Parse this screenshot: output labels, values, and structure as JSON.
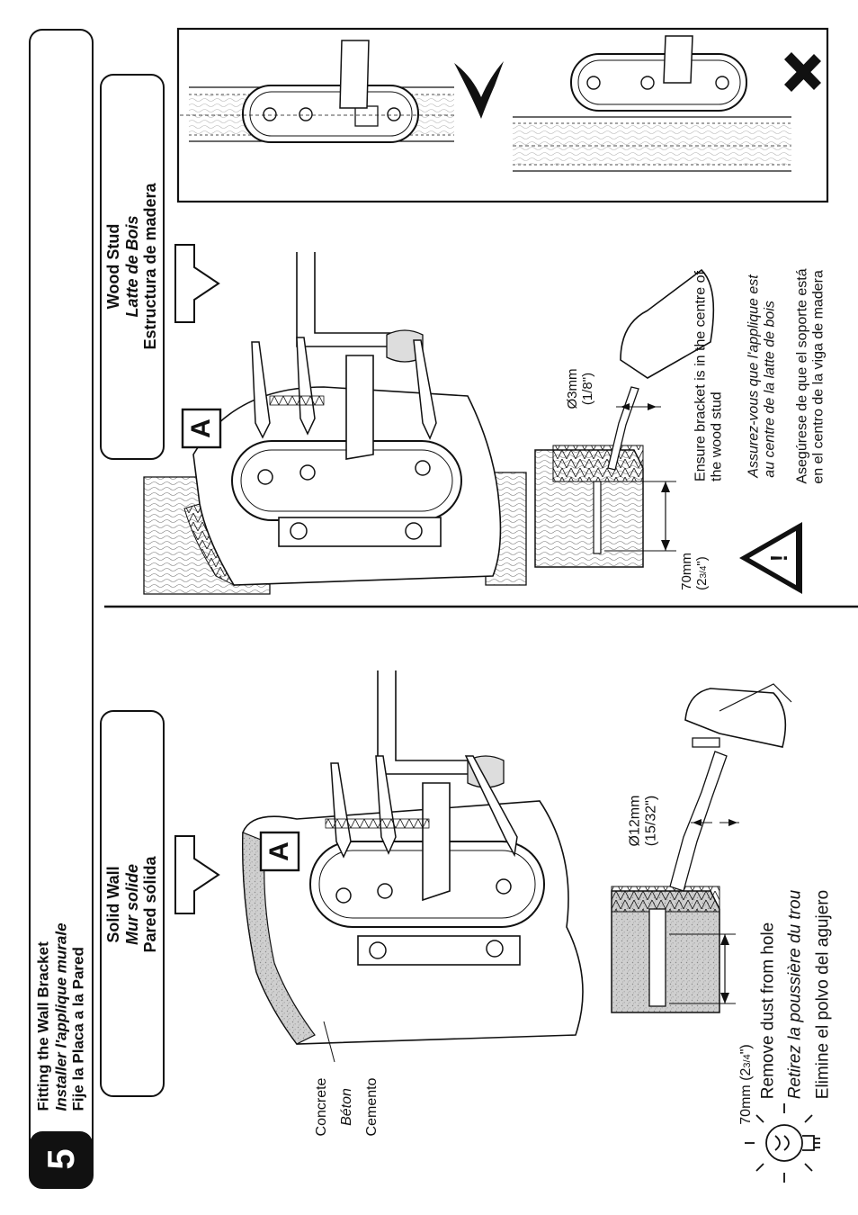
{
  "step": {
    "number": "5",
    "title_en": "Fitting the Wall Bracket",
    "title_fr": "Installer l'applique murale",
    "title_es": "Fije la Placa a la Pared"
  },
  "solid_wall": {
    "label_en": "Solid Wall",
    "label_fr": "Mur solide",
    "label_es": "Pared sólida",
    "part_letter": "A",
    "material_en": "Concrete",
    "material_fr": "Béton",
    "material_es": "Cemento",
    "drill_diameter": "Ø12mm",
    "drill_diameter_imperial": "(15/32\")",
    "depth": "70mm (2",
    "depth_fraction": "3/4",
    "depth_close": "\")",
    "tip_en": "Remove dust from hole",
    "tip_fr": "Retirez la poussière du trou",
    "tip_es": "Elimine el polvo del agujero"
  },
  "wood_stud": {
    "label_en": "Wood Stud",
    "label_fr": "Latte de Bois",
    "label_es": "Estructura de madera",
    "part_letter": "A",
    "drill_diameter": "Ø3mm",
    "drill_diameter_imperial": "(1/8\")",
    "depth": "70mm",
    "depth_open": "(2",
    "depth_fraction": "3/4",
    "depth_close": "\")",
    "warning_symbol": "!",
    "warn_en_line1": "Ensure bracket is in the centre of",
    "warn_en_line2": "the wood stud",
    "warn_fr_line1": "Assurez-vous que l'applique est",
    "warn_fr_line2": "au centre de la latte de bois",
    "warn_es_line1": "Asegúrese de que el soporte está",
    "warn_es_line2": "en el centro de la viga de madera"
  },
  "icons": {
    "step_badge": "step-number-badge",
    "tip": "lightbulb-icon",
    "warning": "warning-triangle-icon",
    "correct": "check-mark-icon",
    "incorrect": "cross-mark-icon"
  },
  "colors": {
    "ink": "#111111",
    "concrete": "#c8c8c8",
    "paper": "#ffffff"
  }
}
